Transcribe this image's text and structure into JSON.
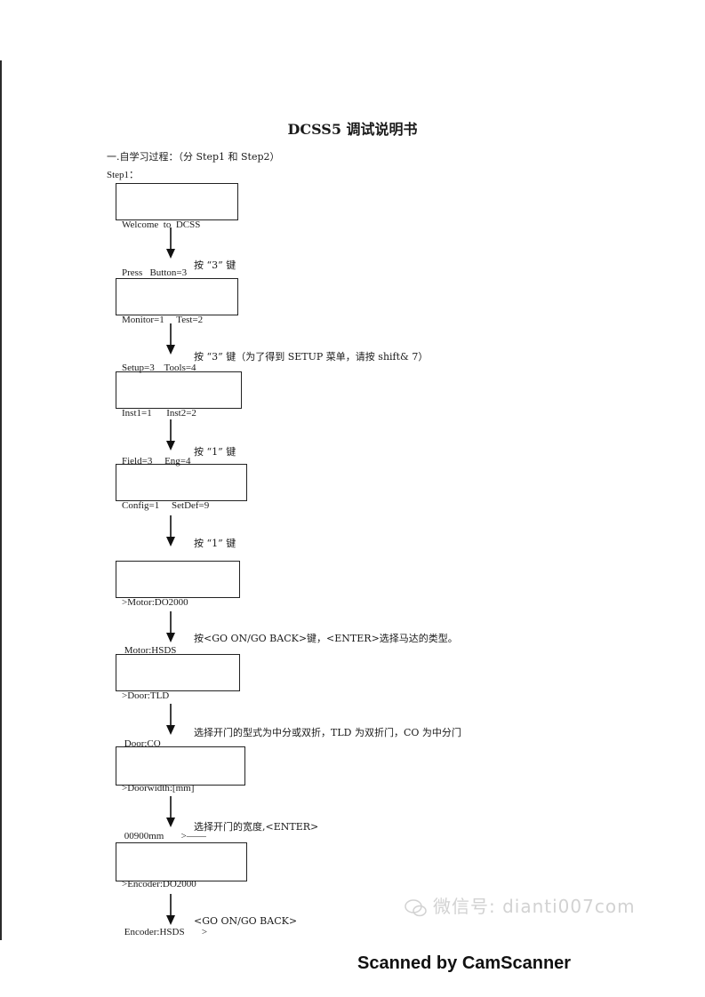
{
  "title": "DCSS5 调试说明书",
  "section_heading": "一.自学习过程：（分 Step1 和 Step2）",
  "step_label": "Step1：",
  "screens": [
    {
      "line1": "Welcome  to  DCSS",
      "line2": "Press   Button=3"
    },
    {
      "line1": "Monitor=1     Test=2",
      "line2": "Setup=3    Tools=4"
    },
    {
      "line1": "Inst1=1      Inst2=2",
      "line2": "Field=3     Eng=4"
    },
    {
      "line1": "Config=1     SetDef=9",
      "line2": ""
    },
    {
      "line1": ">Motor:DO2000",
      "line2": " Motor:HSDS"
    },
    {
      "line1": ">Door:TLD",
      "line2": " Door:CO"
    },
    {
      "line1": ">Doorwidth:[mm]",
      "line2": " 00900mm       >——"
    },
    {
      "line1": ">Encoder:DO2000",
      "line2": " Encoder:HSDS       >"
    }
  ],
  "instructions": [
    "按 “3” 键",
    "按 “3” 键（为了得到 SETUP 菜单，请按 shift& 7）",
    "按 “1” 键",
    "按 “1” 键",
    "按<GO ON/GO BACK>键，<ENTER>选择马达的类型。",
    "选择开门的型式为中分或双折，TLD 为双折门，CO 为中分门",
    "选择开门的宽度,<ENTER>",
    "<GO ON/GO BACK>"
  ],
  "watermark": "微信号: dianti007com",
  "footer": "Scanned by CamScanner"
}
